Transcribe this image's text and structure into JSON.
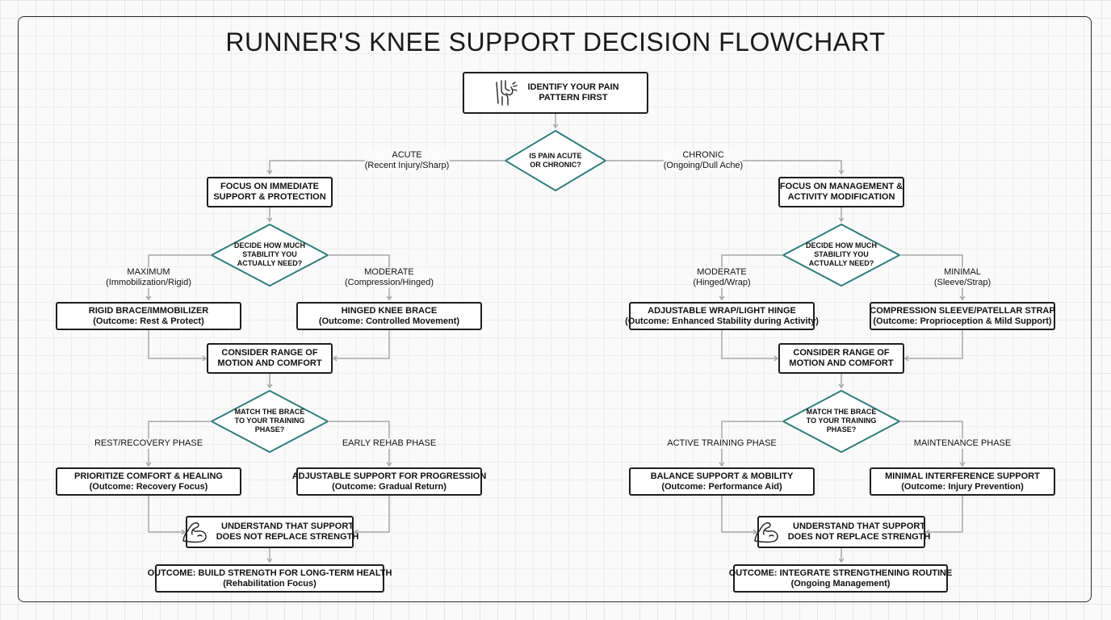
{
  "title": "RUNNER'S KNEE SUPPORT DECISION FLOWCHART",
  "start": {
    "lines": [
      "IDENTIFY YOUR PAIN",
      "PATTERN FIRST"
    ],
    "icon": "knee-joint-icon"
  },
  "decision_main": {
    "lines": [
      "IS PAIN ACUTE",
      "OR CHRONIC?"
    ]
  },
  "branch_labels": {
    "acute": [
      "ACUTE",
      "(Recent Injury/Sharp)"
    ],
    "chronic": [
      "CHRONIC",
      "(Ongoing/Dull Ache)"
    ]
  },
  "left": {
    "focus": [
      "FOCUS ON IMMEDIATE",
      "SUPPORT & PROTECTION"
    ],
    "stability_decision": [
      "DECIDE HOW MUCH",
      "STABILITY YOU",
      "ACTUALLY NEED?"
    ],
    "opt_a_label": [
      "MAXIMUM",
      "(Immobilization/Rigid)"
    ],
    "opt_b_label": [
      "MODERATE",
      "(Compression/Hinged)"
    ],
    "opt_a": [
      "RIGID BRACE/IMMOBILIZER",
      "(Outcome: Rest & Protect)"
    ],
    "opt_b": [
      "HINGED KNEE BRACE",
      "(Outcome: Controlled Movement)"
    ],
    "consider": [
      "CONSIDER RANGE OF",
      "MOTION AND COMFORT"
    ],
    "phase_decision": [
      "MATCH THE BRACE",
      "TO YOUR TRAINING",
      "PHASE?"
    ],
    "phase_a_label": [
      "REST/RECOVERY PHASE"
    ],
    "phase_b_label": [
      "EARLY REHAB PHASE"
    ],
    "phase_a": [
      "PRIORITIZE COMFORT & HEALING",
      "(Outcome: Recovery Focus)"
    ],
    "phase_b": [
      "ADJUSTABLE SUPPORT FOR PROGRESSION",
      "(Outcome: Gradual Return)"
    ],
    "understand": [
      "UNDERSTAND THAT SUPPORT",
      "DOES NOT REPLACE STRENGTH"
    ],
    "outcome": [
      "OUTCOME: BUILD STRENGTH FOR LONG-TERM HEALTH",
      "(Rehabilitation Focus)"
    ]
  },
  "right": {
    "focus": [
      "FOCUS ON MANAGEMENT &",
      "ACTIVITY MODIFICATION"
    ],
    "stability_decision": [
      "DECIDE HOW MUCH",
      "STABILITY YOU",
      "ACTUALLY NEED?"
    ],
    "opt_a_label": [
      "MODERATE",
      "(Hinged/Wrap)"
    ],
    "opt_b_label": [
      "MINIMAL",
      "(Sleeve/Strap)"
    ],
    "opt_a": [
      "ADJUSTABLE WRAP/LIGHT HINGE",
      "(Outcome: Enhanced Stability during Activity)"
    ],
    "opt_b": [
      "COMPRESSION SLEEVE/PATELLAR STRAP",
      "(Outcome: Proprioception & Mild Support)"
    ],
    "consider": [
      "CONSIDER RANGE OF",
      "MOTION AND COMFORT"
    ],
    "phase_decision": [
      "MATCH THE BRACE",
      "TO YOUR TRAINING",
      "PHASE?"
    ],
    "phase_a_label": [
      "ACTIVE TRAINING PHASE"
    ],
    "phase_b_label": [
      "MAINTENANCE PHASE"
    ],
    "phase_a": [
      "BALANCE SUPPORT & MOBILITY",
      "(Outcome: Performance Aid)"
    ],
    "phase_b": [
      "MINIMAL INTERFERENCE SUPPORT",
      "(Outcome: Injury Prevention)"
    ],
    "understand": [
      "UNDERSTAND THAT SUPPORT",
      "DOES NOT REPLACE STRENGTH"
    ],
    "outcome": [
      "OUTCOME: INTEGRATE STRENGTHENING ROUTINE",
      "(Ongoing Management)"
    ]
  },
  "icons": {
    "understand": "flexed-arm-icon"
  },
  "colors": {
    "decision_stroke": "#2f7d7a",
    "node_border": "#1e1e1e",
    "connector": "#a8a8a8"
  }
}
